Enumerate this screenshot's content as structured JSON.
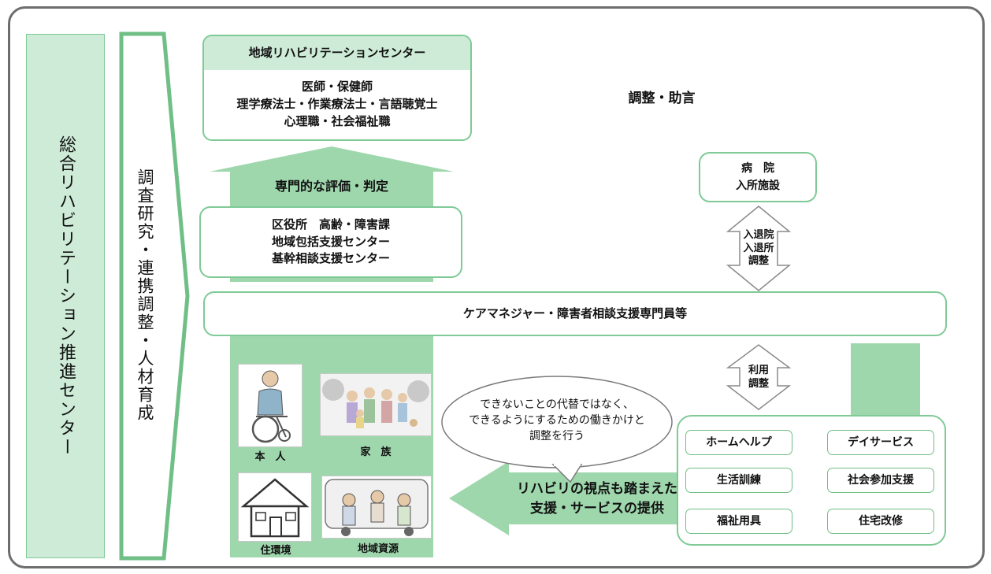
{
  "left_column": {
    "outer_label": "総合リハビリテーション推進センター",
    "inner_label": "調査研究・連携調整・人材育成"
  },
  "rehab_center": {
    "title": "地域リハビリテーションセンター",
    "staff_lines": [
      "医師・保健師",
      "理学療法士・作業療法士・言語聴覚士",
      "心理職・社会福祉職"
    ]
  },
  "arrows": {
    "evaluation": "専門的な評価・判定",
    "coordination": "調整・助言",
    "support_lines": [
      "リハビリの視点も踏まえた",
      "支援・サービスの提供"
    ]
  },
  "ward_box": {
    "lines": [
      "区役所　高齢・障害課",
      "地域包括支援センター",
      "基幹相談支援センター"
    ]
  },
  "hospital_box": {
    "lines": [
      "病　院",
      "入所施設"
    ]
  },
  "admission_arrow": {
    "lines": [
      "入退院",
      "入退所",
      "調整"
    ]
  },
  "care_manager_bar": {
    "text": "ケアマネジャー・障害者相談支援専門員等"
  },
  "usage_arrow": {
    "lines": [
      "利用",
      "調整"
    ]
  },
  "speech_bubble": {
    "lines": [
      "できないことの代替ではなく、",
      "できるようにするための働きかけと",
      "調整を行う"
    ]
  },
  "pictures": {
    "person": "本　人",
    "family": "家　族",
    "housing": "住環境",
    "community": "地域資源"
  },
  "services": [
    "ホームヘルプ",
    "デイサービス",
    "生活訓練",
    "社会参加支援",
    "福祉用具",
    "住宅改修"
  ],
  "colors": {
    "green_fill": "#9fd7ad",
    "light_green": "#cdebd6",
    "border_green": "#7fca96",
    "frame_gray": "#6e6e6e"
  }
}
